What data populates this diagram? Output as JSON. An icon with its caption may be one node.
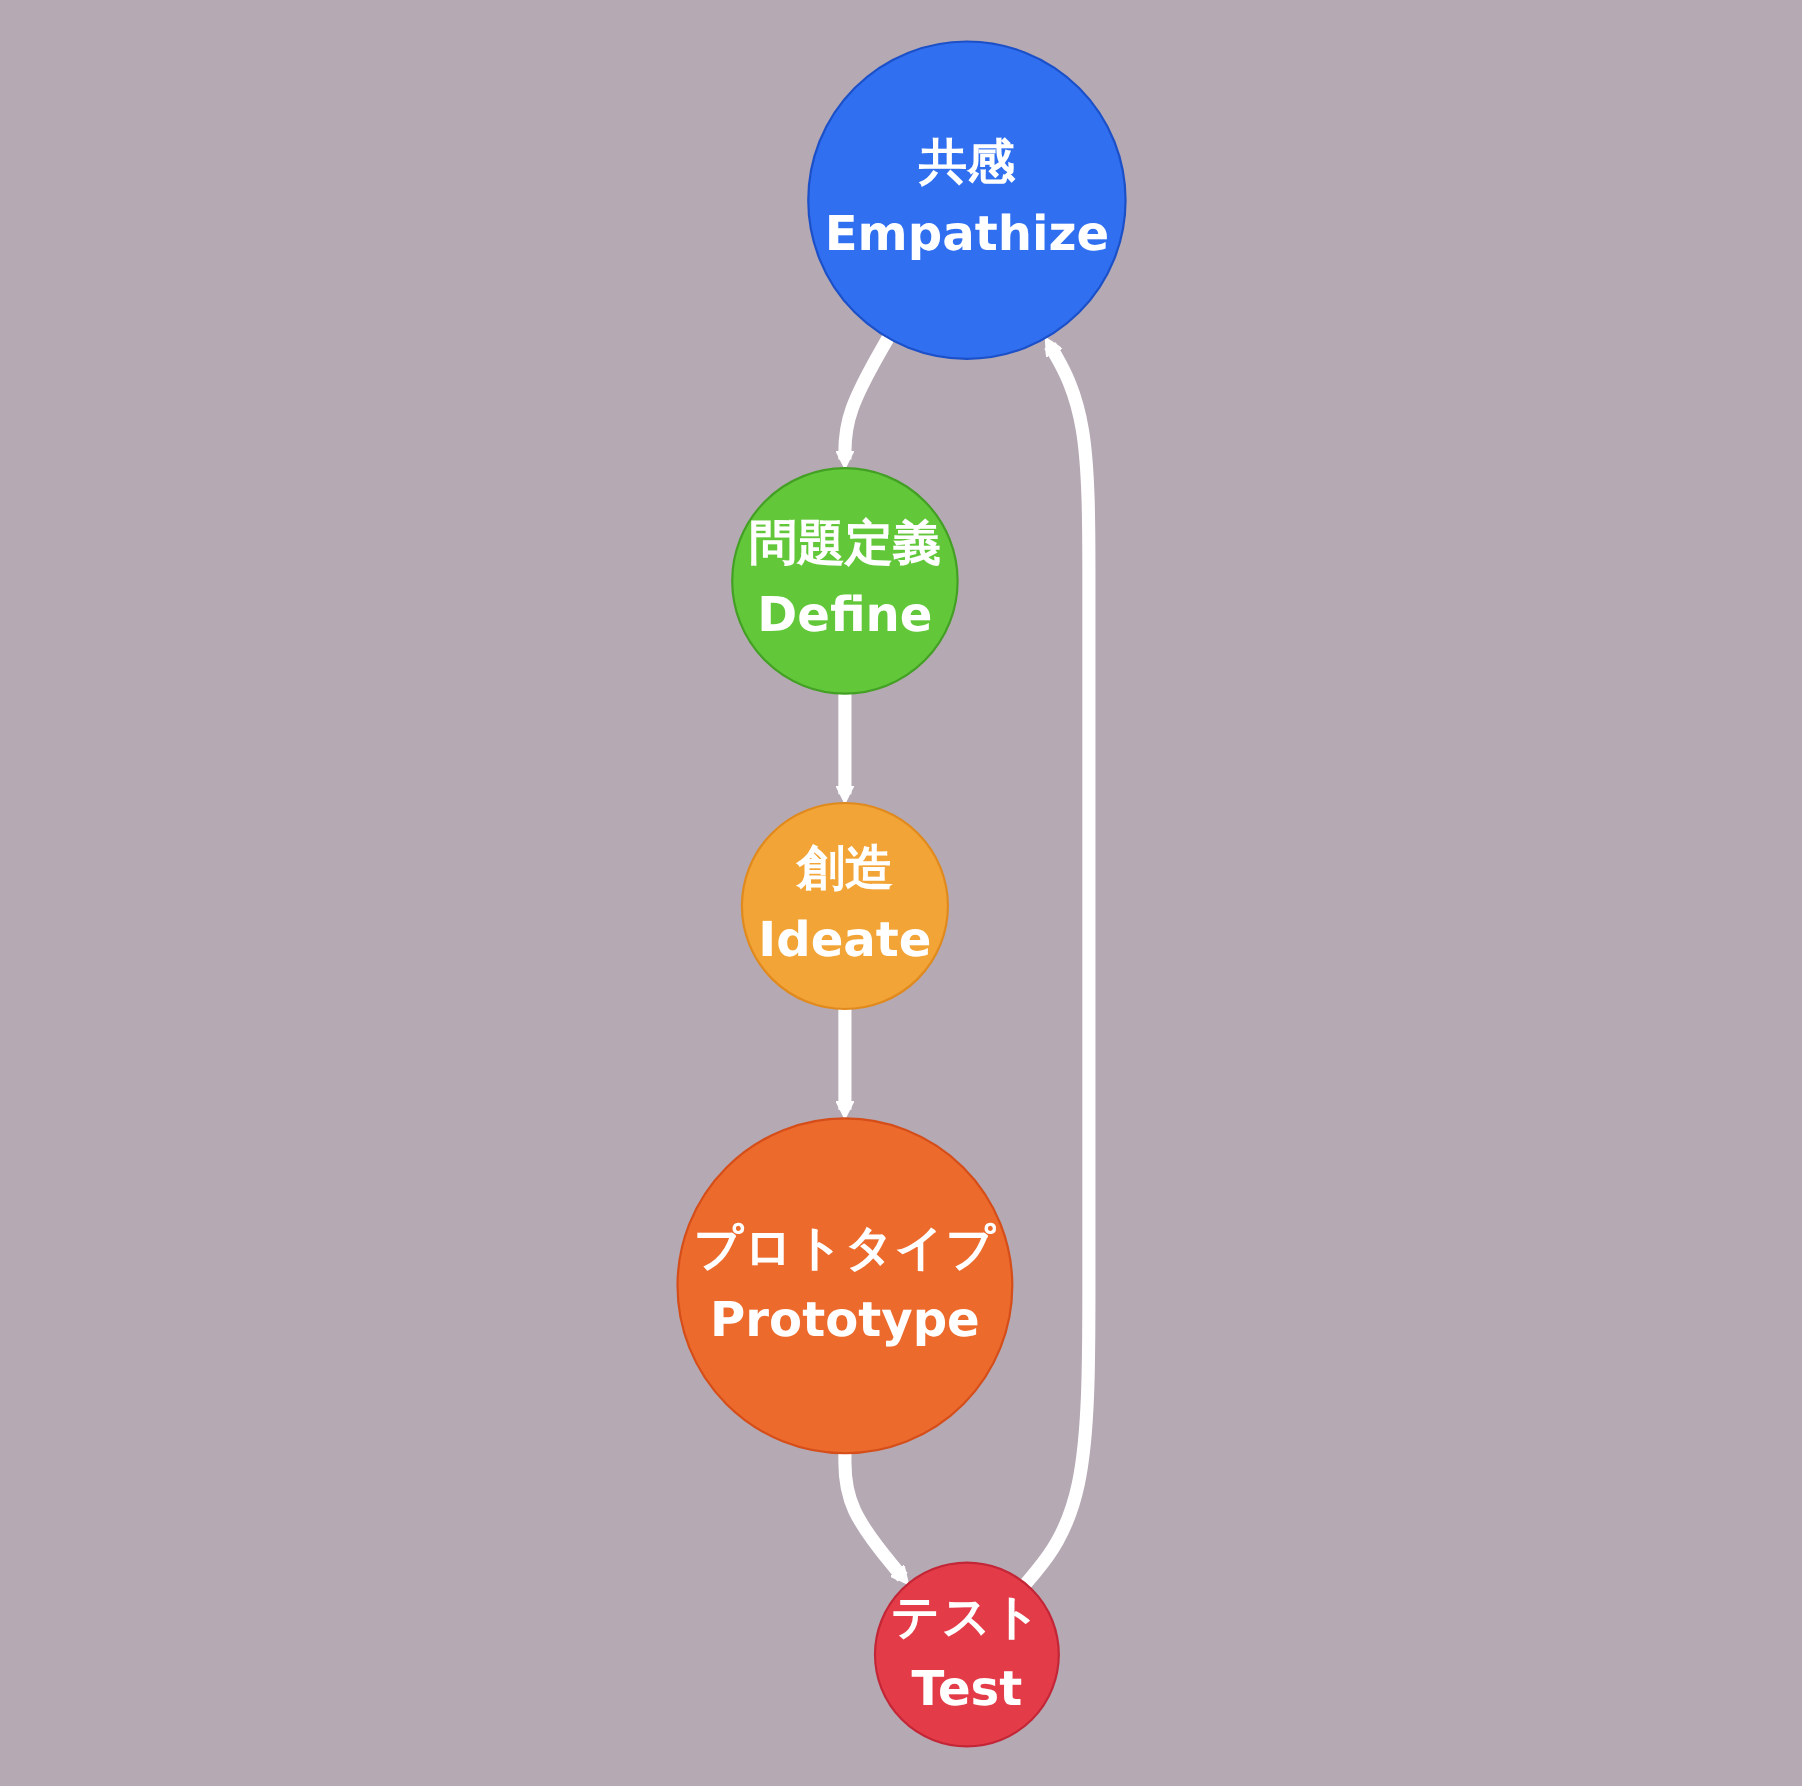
{
  "diagram": {
    "nodes": [
      {
        "text": [
          "共感",
          "Empathize"
        ]
      },
      {
        "text": [
          "問題定義",
          "Define"
        ]
      },
      {
        "text": [
          "創造",
          "Ideate"
        ]
      },
      {
        "text": [
          "プロトタイプ",
          "Prototype"
        ]
      },
      {
        "text": [
          "テスト",
          "Test"
        ]
      }
    ],
    "edges": [
      {
        "from": 0,
        "to": 1,
        "arrow": "to"
      },
      {
        "from": 1,
        "to": 2,
        "arrow": "to"
      },
      {
        "from": 2,
        "to": 3,
        "arrow": "to"
      },
      {
        "from": 3,
        "to": 4,
        "arrow": "to"
      },
      {
        "from": 4,
        "to": 0,
        "arrow": "to"
      }
    ]
  }
}
